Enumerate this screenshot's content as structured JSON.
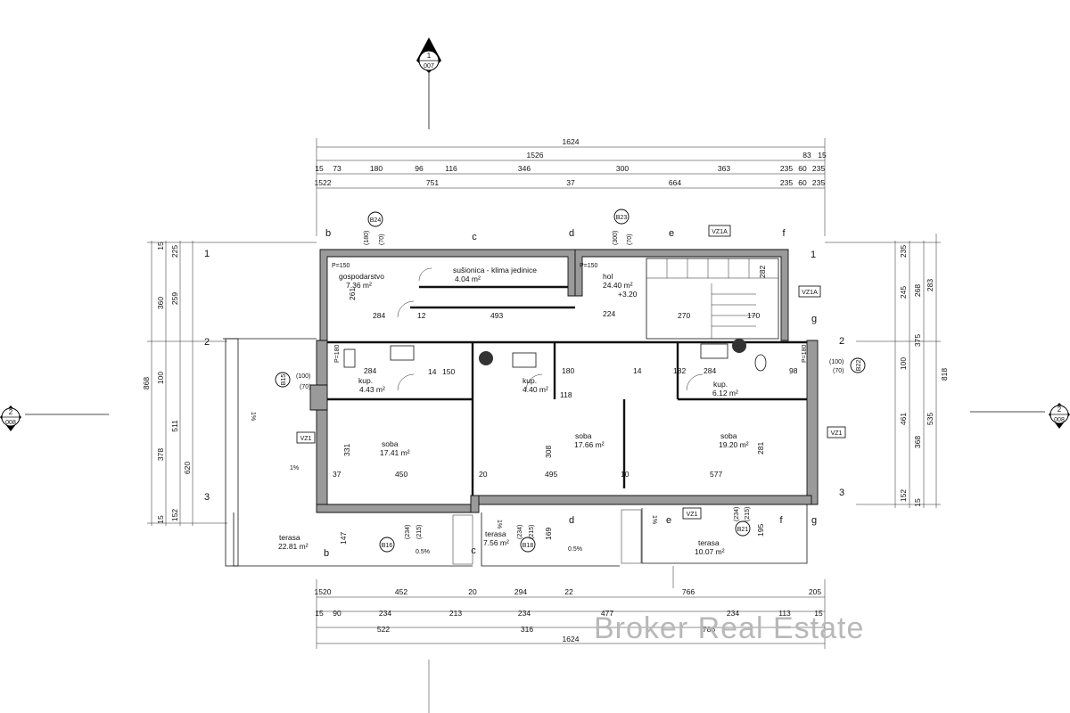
{
  "watermark": "Broker Real Estate",
  "section_marks": [
    {
      "top": "1",
      "bottom": "007"
    },
    {
      "top": "2",
      "bottom": "008"
    },
    {
      "top": "2",
      "bottom": "008"
    }
  ],
  "grid_letters": [
    "b",
    "c",
    "d",
    "e",
    "f",
    "g"
  ],
  "grid_numbers": [
    "1",
    "2",
    "3"
  ],
  "rooms": [
    {
      "name": "gospodarstvo",
      "area": "7.36 m²"
    },
    {
      "name": "sušionica - klima jedinice",
      "area": "4.04 m²"
    },
    {
      "name": "hol",
      "area": "24.40 m²",
      "level": "+3.20"
    },
    {
      "name": "kup.",
      "area": "4.43 m²"
    },
    {
      "name": "kup.",
      "area": "4.40 m²"
    },
    {
      "name": "kup.",
      "area": "6.12 m²"
    },
    {
      "name": "soba",
      "area": "17.41 m²"
    },
    {
      "name": "soba",
      "area": "17.66 m²"
    },
    {
      "name": "soba",
      "area": "19.20 m²"
    },
    {
      "name": "terasa",
      "area": "22.81 m²"
    },
    {
      "name": "terasa",
      "area": "7.56 m²"
    },
    {
      "name": "terasa",
      "area": "10.07 m²"
    }
  ],
  "tags": [
    "B24",
    "B23",
    "B15",
    "B16",
    "B18",
    "B21",
    "B22",
    "VZ1A",
    "VZ1A",
    "VZ1",
    "VZ1",
    "VZ1"
  ],
  "slopes": [
    "1%",
    "1%",
    "1%",
    "1%",
    "0.5%",
    "0.5%"
  ],
  "top_dims": {
    "overall": "1624",
    "second": "1526",
    "right_pair": [
      "83",
      "15"
    ],
    "row3": [
      "15",
      "73",
      "180",
      "96",
      "116",
      "346",
      "300",
      "363",
      "235",
      "60",
      "235"
    ],
    "row4": [
      "1522",
      "751",
      "37",
      "664",
      "235",
      "60",
      "235"
    ]
  },
  "bottom_dims": {
    "row1": [
      "1520",
      "452",
      "20",
      "294",
      "22",
      "766",
      "205"
    ],
    "row2": [
      "15",
      "90",
      "234",
      "213",
      "234",
      "477",
      "234",
      "113",
      "15"
    ],
    "row3": [
      "522",
      "316",
      "786"
    ],
    "overall": "1624"
  },
  "left_dims": [
    "868",
    "360",
    "259",
    "225",
    "15",
    "100",
    "511",
    "378",
    "620",
    "152",
    "15"
  ],
  "right_dims": [
    "818",
    "283",
    "268",
    "245",
    "235",
    "100",
    "375",
    "535",
    "461",
    "368",
    "152",
    "15"
  ],
  "inner_dims": [
    "284",
    "493",
    "224",
    "270",
    "170",
    "261",
    "282",
    "12",
    "284",
    "150",
    "14",
    "180",
    "14",
    "182",
    "284",
    "98",
    "118",
    "450",
    "495",
    "577",
    "331",
    "308",
    "281",
    "37",
    "20",
    "10",
    "147",
    "169",
    "195",
    "P=150",
    "P=150",
    "P=180",
    "P=180"
  ],
  "window_codes": [
    "(180)",
    "(70)",
    "(300)",
    "(70)",
    "(100)",
    "(70)",
    "(234)",
    "(215)",
    "(234)",
    "(215)",
    "(234)",
    "(215)",
    "(100)",
    "(70)"
  ]
}
